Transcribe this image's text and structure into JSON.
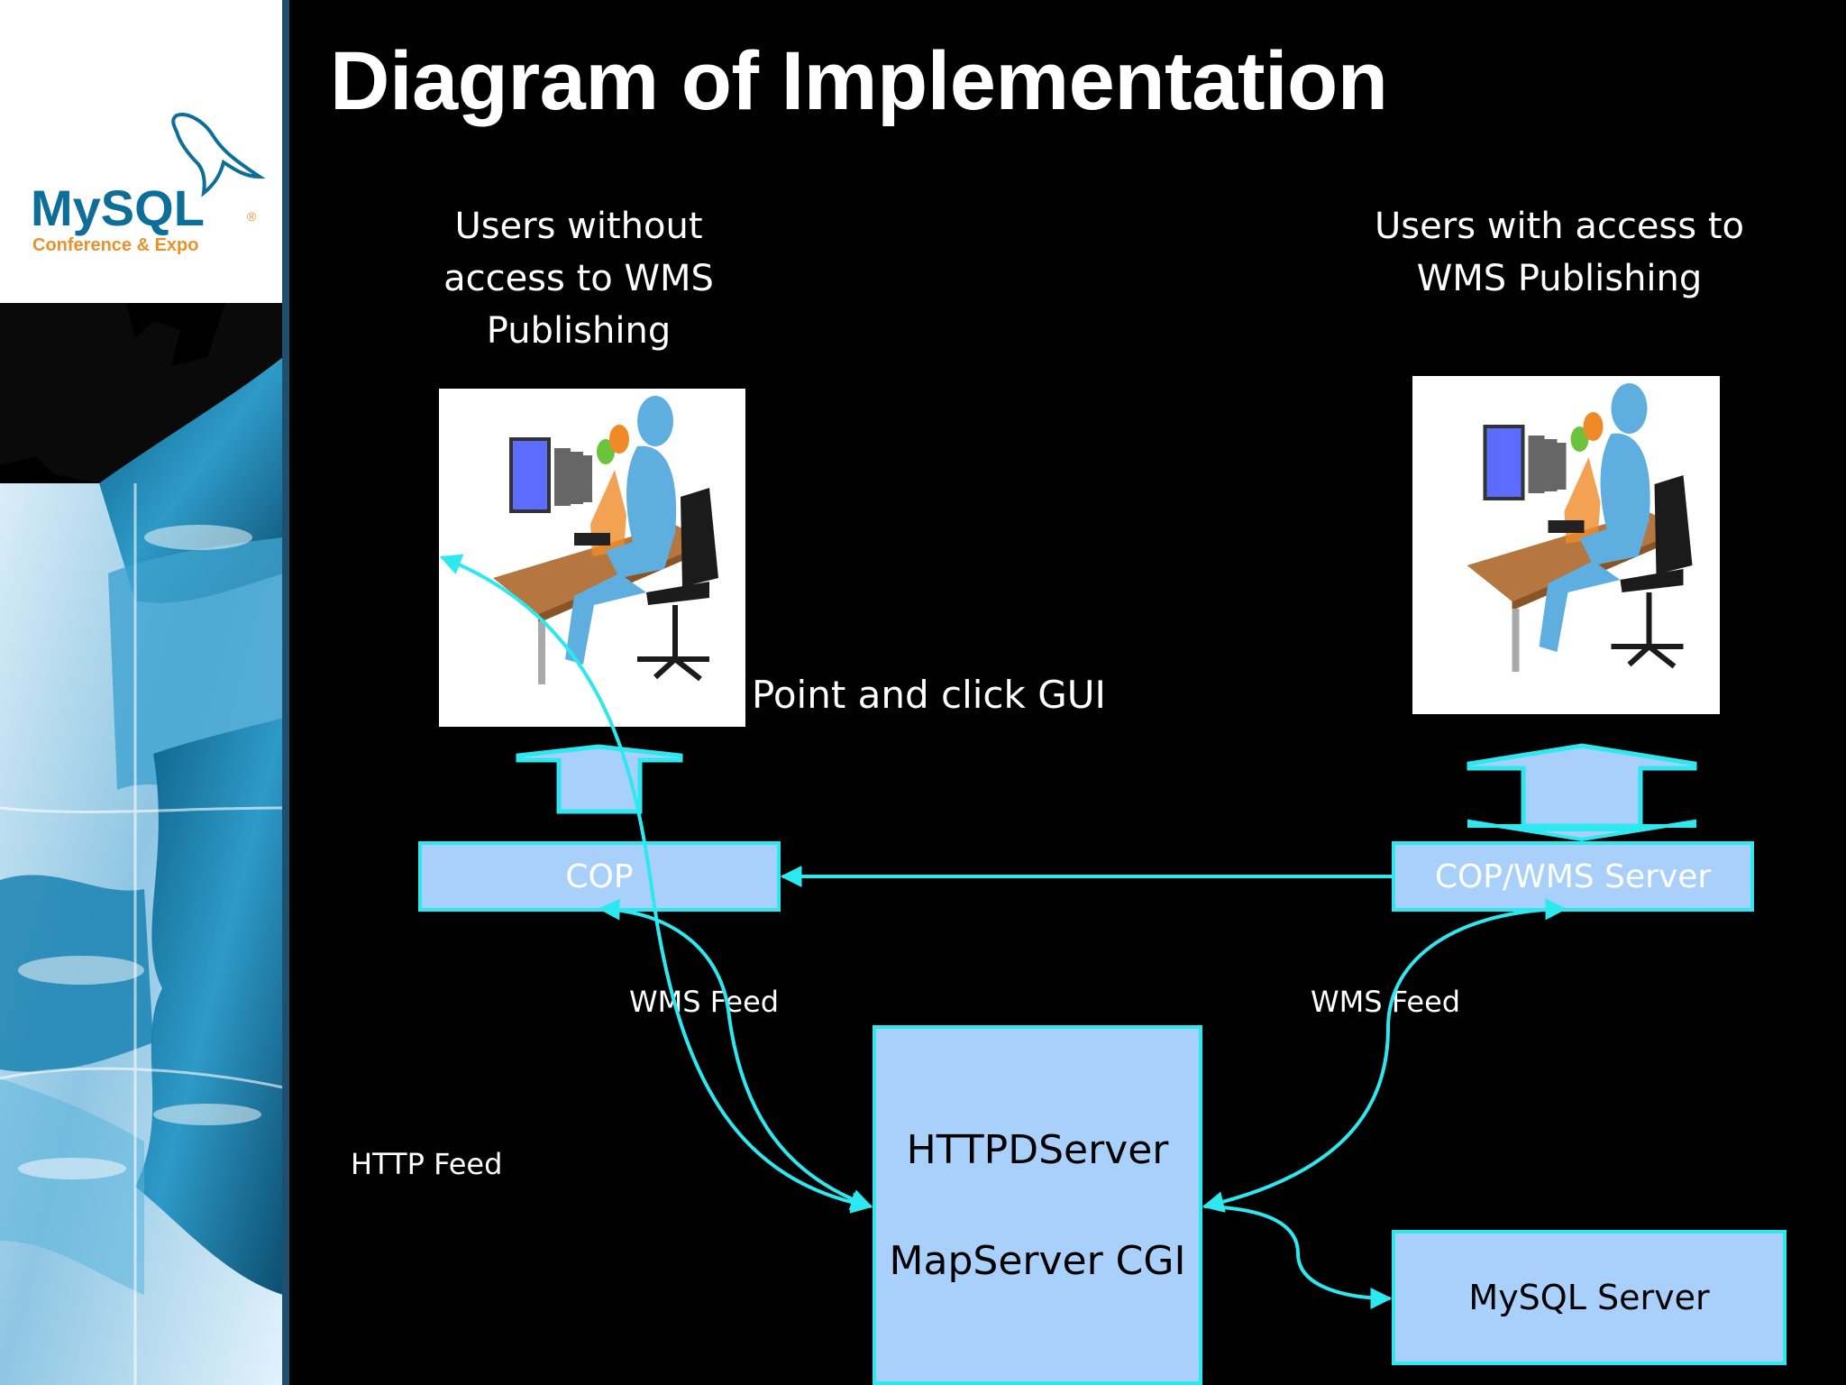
{
  "slide": {
    "title": "Diagram of Implementation"
  },
  "logo": {
    "brand": "MySQL",
    "registered": "®",
    "subtitle": "Conference & Expo",
    "brand_color": "#0d6f97",
    "accent_color": "#e8932a"
  },
  "users_without": {
    "caption": "Users without\naccess to WMS\nPublishing",
    "icon": "users-at-computers-icon"
  },
  "users_with": {
    "caption": "Users with access to\nWMS Publishing",
    "icon": "users-at-computers-icon"
  },
  "labels": {
    "gui": "Point and click GUI",
    "wms_feed_left": "WMS Feed",
    "wms_feed_right": "WMS Feed",
    "http_feed": "HTTP Feed"
  },
  "boxes": {
    "cop": "COP",
    "cop_wms_server": "COP/WMS Server",
    "httpd_server": "HTTPDServer",
    "mapserver_cgi": "MapServer CGI",
    "mysql_server": "MySQL Server"
  },
  "colors": {
    "connector": "#2ee8f0",
    "box_fill": "#a9d0fb",
    "background": "#000000"
  }
}
